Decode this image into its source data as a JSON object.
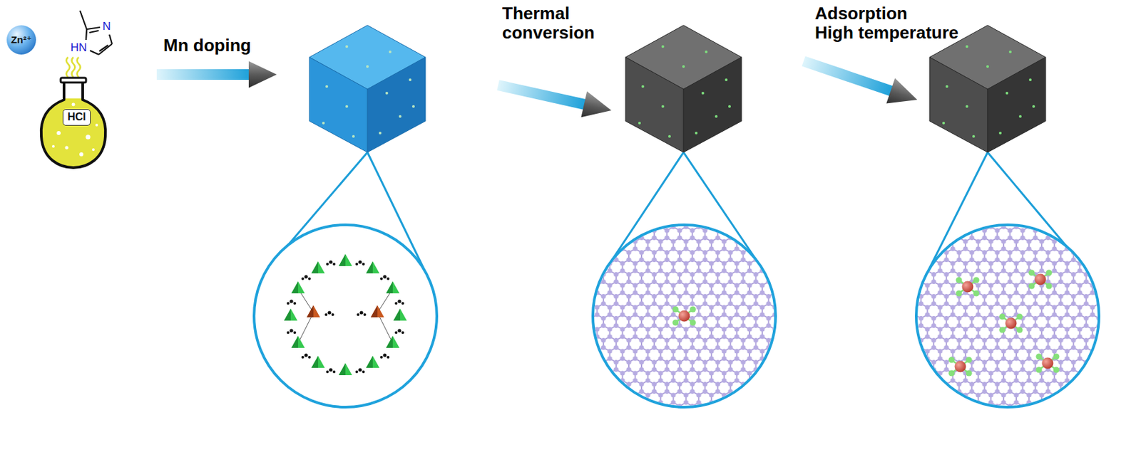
{
  "diagram": {
    "nodes": [
      {
        "text": [
          "Zn²⁺"
        ]
      },
      {
        "text": [
          "HCl"
        ]
      }
    ],
    "labels": [
      "N",
      "HN",
      "Mn doping",
      "Thermal conversion",
      "Adsorption High temperature"
    ]
  }
}
